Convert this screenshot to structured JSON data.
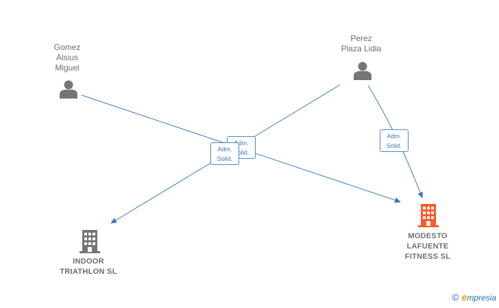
{
  "colors": {
    "edge": "#3a78c0",
    "person_icon": "#757575",
    "company_icon": "#757575",
    "company_highlight_icon": "#ff5a2a",
    "label": "#6b6b6b"
  },
  "nodes": {
    "gomez": {
      "label": "Gomez\nAlsius\nMiguel",
      "icon": "person-icon"
    },
    "perez": {
      "label": "Perez\nPlaza Lidia",
      "icon": "person-icon"
    },
    "indoor": {
      "label": "INDOOR\nTRIATHLON  SL",
      "icon": "building-icon"
    },
    "modesto": {
      "label": "MODESTO\nLAFUENTE\nFITNESS  SL",
      "icon": "building-icon"
    }
  },
  "edges": [
    {
      "from": "gomez",
      "to": "modesto",
      "label": "Adm.\nSolid."
    },
    {
      "from": "perez",
      "to": "indoor",
      "label": "Adm.\nSolid."
    },
    {
      "from": "perez",
      "to": "modesto",
      "label": "Adm.\nSolid."
    }
  ],
  "footer": {
    "copyright": "©",
    "brand_first": "e",
    "brand_rest": "mpresia"
  }
}
